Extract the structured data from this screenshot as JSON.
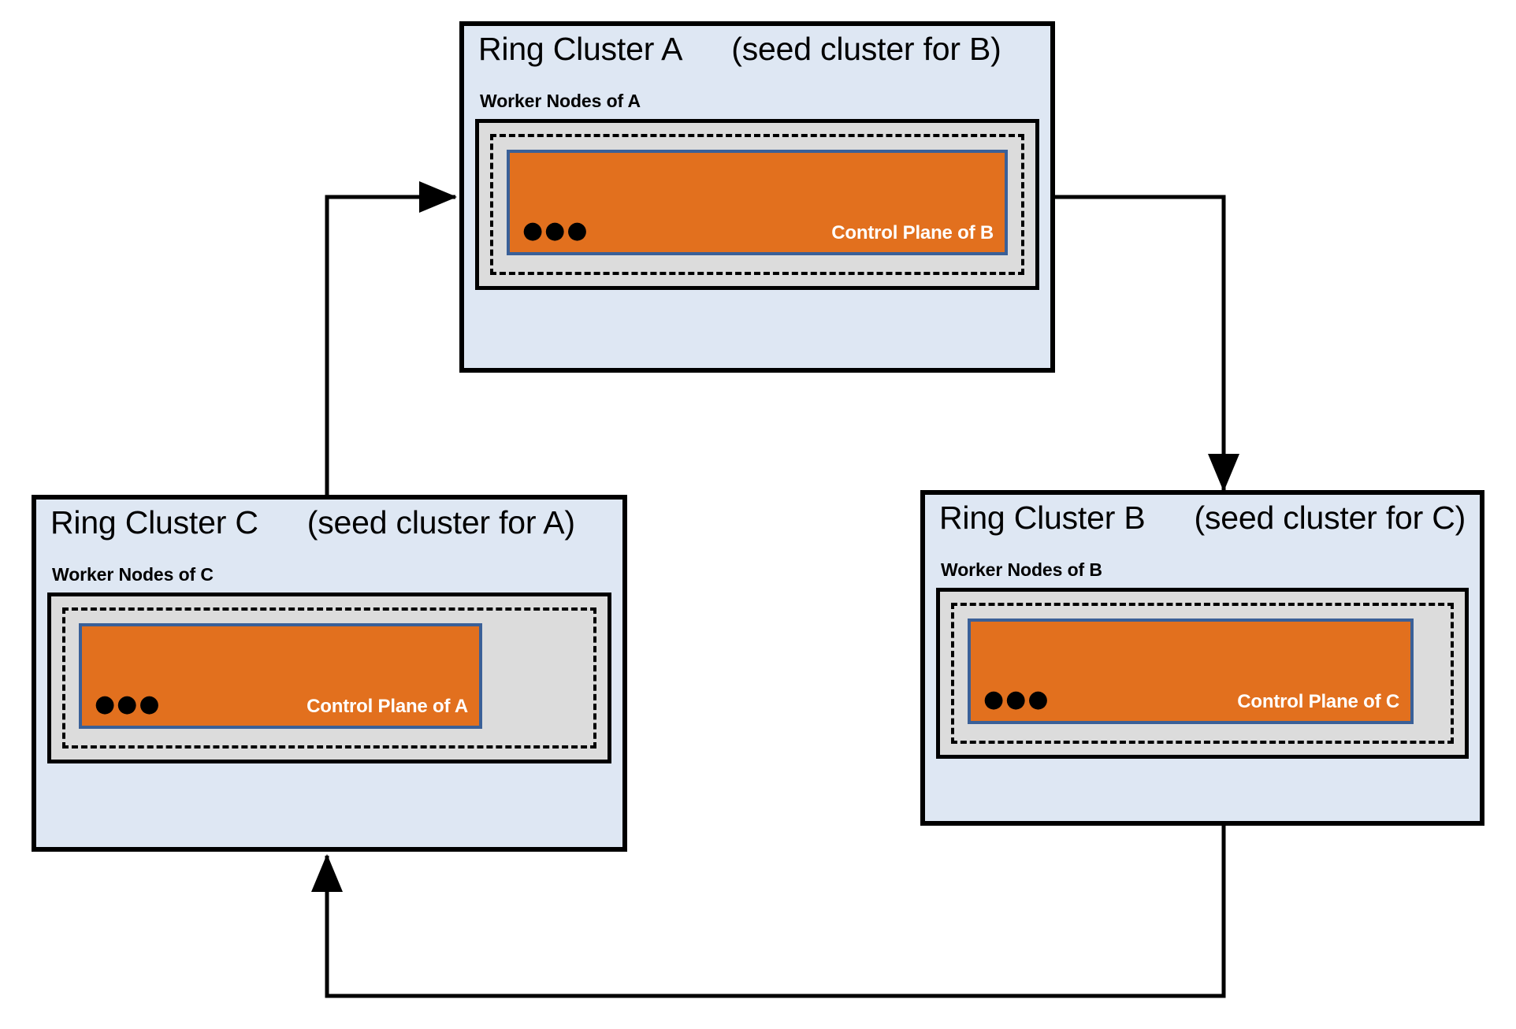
{
  "diagram": {
    "title_prefix": "Ring Cluster",
    "clusters": [
      {
        "id": "a",
        "title": "Ring Cluster A",
        "seed_note": "(seed cluster for B)",
        "worker_label": "Worker Nodes of A",
        "control_plane_label": "Control Plane of B",
        "ellipsis": "●●●"
      },
      {
        "id": "c",
        "title": "Ring Cluster C",
        "seed_note": "(seed cluster for A)",
        "worker_label": "Worker Nodes of C",
        "control_plane_label": "Control Plane of A",
        "ellipsis": "●●●"
      },
      {
        "id": "b",
        "title": "Ring Cluster B",
        "seed_note": "(seed cluster for C)",
        "worker_label": "Worker Nodes of B",
        "control_plane_label": "Control Plane of C",
        "ellipsis": "●●●"
      }
    ],
    "connections": [
      {
        "id": "c-to-a",
        "from": "Ring Cluster C",
        "to": "Ring Cluster A"
      },
      {
        "id": "a-to-b",
        "from": "Ring Cluster A",
        "to": "Ring Cluster B"
      },
      {
        "id": "b-to-c",
        "from": "Ring Cluster B",
        "to": "Ring Cluster C"
      }
    ],
    "colors": {
      "cluster_background": "#dee7f3",
      "node_background": "#dcdcdc",
      "control_plane_fill": "#e2701e",
      "control_plane_border": "#3a6098",
      "outline": "#000000",
      "control_plane_text": "#ffffff",
      "page_background": "#ffffff"
    }
  }
}
